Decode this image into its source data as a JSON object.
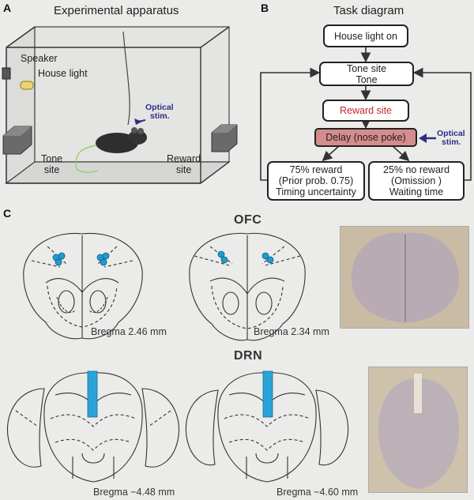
{
  "panels": {
    "a": {
      "letter": "A",
      "title": "Experimental apparatus",
      "labels": {
        "speaker": "Speaker",
        "house_light": "House light",
        "optical_line1": "Optical",
        "optical_line2": "stim.",
        "tone_line1": "Tone",
        "tone_line2": "site",
        "reward_line1": "Reward",
        "reward_line2": "site"
      }
    },
    "b": {
      "letter": "B",
      "title": "Task diagram",
      "house_light_on": "House light on",
      "tone_site_line1": "Tone site",
      "tone_site_line2": "Tone",
      "reward_site": "Reward site",
      "delay": "Delay (nose poke)",
      "optical_line1": "Optical",
      "optical_line2": "stim.",
      "left_outcome": [
        "75% reward",
        "(Prior prob. 0.75)",
        "Timing uncertainty"
      ],
      "right_outcome": [
        "25% no reward",
        "(Omission )",
        "Waiting time"
      ]
    },
    "c": {
      "letter": "C",
      "ofc_title": "OFC",
      "drn_title": "DRN",
      "bregma_labels": {
        "ofc_1": "Bregma 2.46 mm",
        "ofc_2": "Bregma 2.34 mm",
        "drn_1": "Bregma −4.48 mm",
        "drn_2": "Bregma −4.60 mm"
      }
    }
  },
  "colors": {
    "delay_box_fill": "#d48c8c",
    "reward_text": "#c0262c",
    "optical_text": "#2e2e8a",
    "marker_blue": "#1f9bd1",
    "implant_blue": "#2aa3d8",
    "histology_fill": "#b9a88f"
  }
}
